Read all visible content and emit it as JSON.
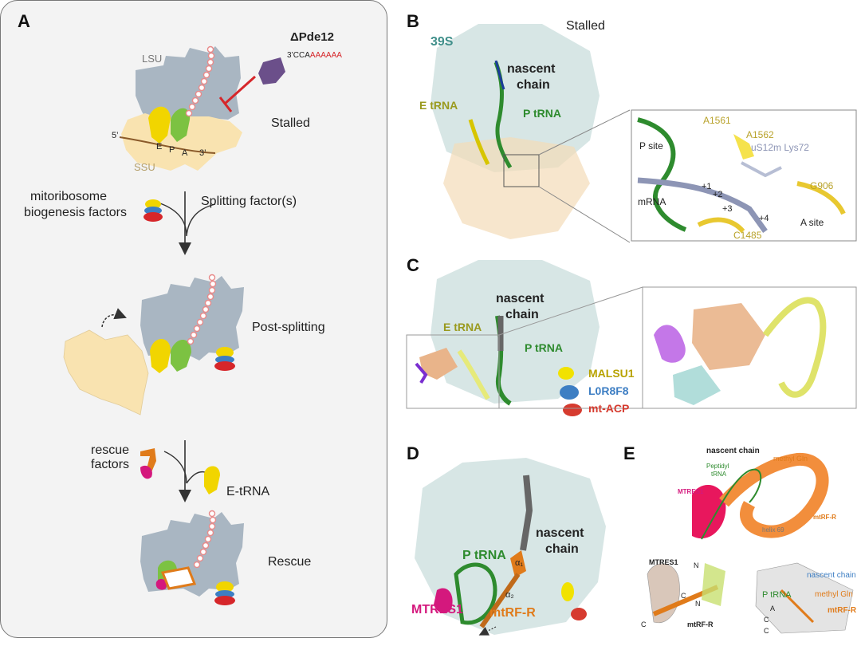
{
  "panels": {
    "a": {
      "label": "A",
      "mutant": "ΔPde12",
      "mrna_prefix": "3’CCA",
      "polyA": "AAAAAA",
      "lsu": "LSU",
      "ssu": "SSU",
      "five_prime": "5’",
      "three_prime": "3’",
      "site_e": "E",
      "site_p": "P",
      "site_a": "A",
      "state_stalled": "Stalled",
      "biogenesis_line1": "mitoribosome",
      "biogenesis_line2": "biogenesis factors",
      "splitting": "Splitting factor(s)",
      "state_postsplit": "Post-splitting",
      "rescue_line1": "rescue",
      "rescue_line2": "factors",
      "etrna": "E-tRNA",
      "state_rescue": "Rescue"
    },
    "b": {
      "label": "B",
      "title": "Stalled",
      "subunit": "39S",
      "nascent1": "nascent",
      "nascent2": "chain",
      "etrna": "E tRNA",
      "ptrna": "P tRNA",
      "zoom": {
        "psite": "P site",
        "a1561": "A1561",
        "a1562": "A1562",
        "us12m": "uS12m Lys72",
        "mrna": "mRNA",
        "p1": "+1",
        "p2": "+2",
        "p3": "+3",
        "p4": "+4",
        "g906": "G906",
        "asite": "A site",
        "c1485": "C1485"
      }
    },
    "c": {
      "label": "C",
      "nascent1": "nascent",
      "nascent2": "chain",
      "etrna": "E tRNA",
      "ptrna": "P tRNA",
      "malsu1": "MALSU1",
      "l0r8f8": "L0R8F8",
      "mtacp": "mt-ACP"
    },
    "d": {
      "label": "D",
      "nascent1": "nascent",
      "nascent2": "chain",
      "ptrna": "P tRNA",
      "mtres1": "MTRES1",
      "mtrfr": "mtRF-R",
      "alpha1": "α₁",
      "alpha2": "α₂"
    },
    "e": {
      "label": "E",
      "nascent": "nascent chain",
      "peptidyl1": "Peptidyl",
      "peptidyl2": "tRNA",
      "methyl": "methyl Gln",
      "mtres1": "MTRES1",
      "mtrfr": "mtRF-R",
      "helix": "helix 69",
      "bl_mtres1": "MTRES1",
      "bl_n": "N",
      "bl_c": "C",
      "bl_n2": "N",
      "bl_c2": "C",
      "bl_mtrfr": "mtRF-R",
      "br_nascent": "nascent chain",
      "br_ptrna": "P tRNA",
      "br_methyl": "methyl Gln",
      "br_mtrfr": "mtRF-R",
      "br_a": "A",
      "br_c1": "C",
      "br_c2": "C"
    }
  },
  "colors": {
    "lsu": "#a9b6c2",
    "ssu": "#f9e3b0",
    "etrna": "#f1d500",
    "ptrna": "#7cc242",
    "nascent": "#e88a8a",
    "inhibitor": "#d6262a",
    "pde12": "#6b4f8a",
    "ribosome_cloud": "#c9dedc",
    "ssu_cloud": "#f3dcb8",
    "malsu1": "#d7c500",
    "l0r8f8": "#3d7ec3",
    "mtacp": "#d63b2f",
    "mtres1": "#d4187d",
    "mtrfr": "#e07b1a",
    "trna_dark": "#2e8b2e",
    "olive": "#9a9a1e",
    "lavender": "#8d95b5"
  }
}
